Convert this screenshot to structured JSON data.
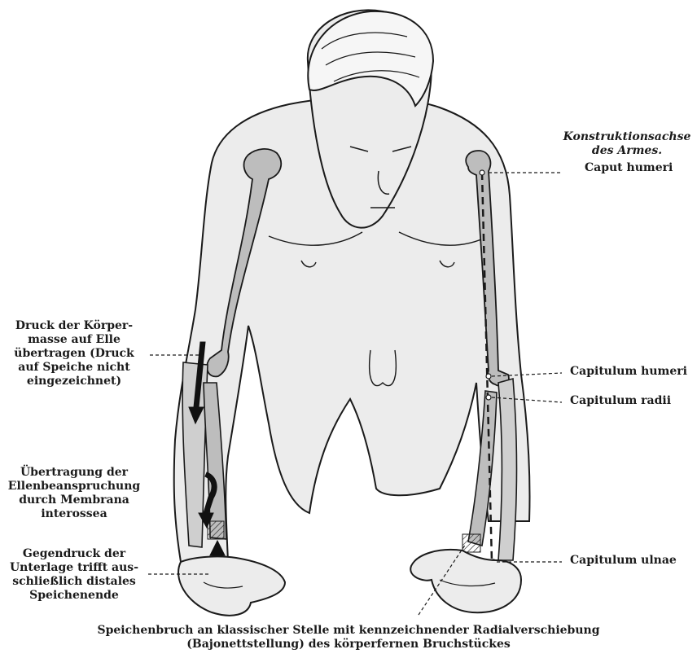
{
  "labels": {
    "axis_title_line1": "Konstruktionsachse",
    "axis_title_line2": "des Armes.",
    "caput_humeri": "Caput humeri",
    "capitulum_humeri": "Capitulum humeri",
    "capitulum_radii": "Capitulum radii",
    "capitulum_ulnae": "Capitulum ulnae",
    "druck_lines": [
      "Druck der Körper-",
      "masse auf Elle",
      "übertragen (Druck",
      "auf Speiche nicht",
      "eingezeichnet)"
    ],
    "uebertragung_lines": [
      "Übertragung der",
      "Ellenbeanspruchung",
      "durch Membrana",
      "interossea"
    ],
    "gegendruck_lines": [
      "Gegendruck der",
      "Unterlage trifft aus-",
      "schließlich distales",
      "Speichenende"
    ]
  },
  "caption": {
    "line1": "Speichenbruch an klassischer Stelle mit kennzeichnender Radialverschiebung",
    "line2": "(Bajonettstellung) des körperfernen Bruchstückes"
  },
  "colors": {
    "skin": "#ececec",
    "outline": "#1a1a1a",
    "bone": "#bdbdbd",
    "bone_dark": "#8f8f8f",
    "arrow": "#111111"
  }
}
